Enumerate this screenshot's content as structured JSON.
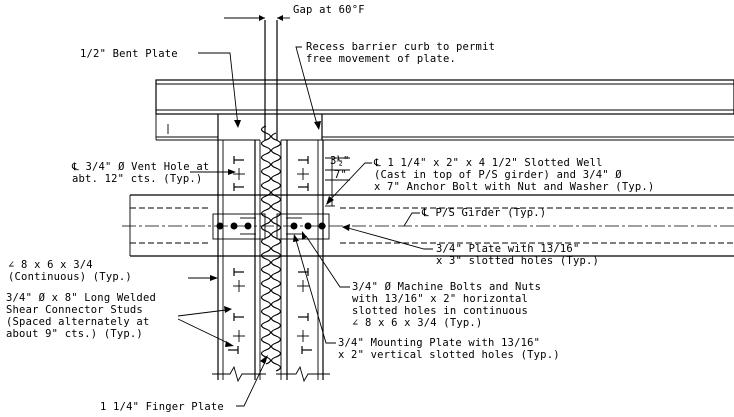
{
  "labels": {
    "gap": "Gap at 60°F",
    "bent_plate": "1/2\" Bent Plate",
    "recess_1": "Recess barrier curb to permit",
    "recess_2": "free movement of plate.",
    "vent_1": "℄ 3/4\" Ø Vent Hole at",
    "vent_2": "abt. 12\" cts. (Typ.)",
    "slotted_1": "℄ 1 1/4\" x 2\" x 4 1/2\" Slotted Well",
    "slotted_2": "(Cast in top of P/S girder) and 3/4\" Ø",
    "slotted_3": "x 7\" Anchor Bolt with Nut and Washer (Typ.)",
    "dim_3half": "3½\"",
    "dim_7": "7\"",
    "ps_girder": "℄ P/S Girder (Typ.)",
    "angle_1": "∠ 8 x 6 x 3/4",
    "angle_2": "(Continuous) (Typ.)",
    "plate_1": "3/4\" Plate with 13/16\"",
    "plate_2": "x 3\" slotted holes (Typ.)",
    "studs_1": "3/4\" Ø x 8\" Long Welded",
    "studs_2": "Shear Connector Studs",
    "studs_3": "(Spaced alternately at",
    "studs_4": "about 9\" cts.) (Typ.)",
    "bolts_1": "3/4\" Ø Machine Bolts and Nuts",
    "bolts_2": "with 13/16\" x 2\" horizontal",
    "bolts_3": "slotted holes in continuous",
    "bolts_4": "∠ 8 x 6 x 3/4 (Typ.)",
    "mount_1": "3/4\" Mounting Plate with 13/16\"",
    "mount_2": "x 2\" vertical slotted holes (Typ.)",
    "finger": "1 1/4\" Finger Plate"
  }
}
